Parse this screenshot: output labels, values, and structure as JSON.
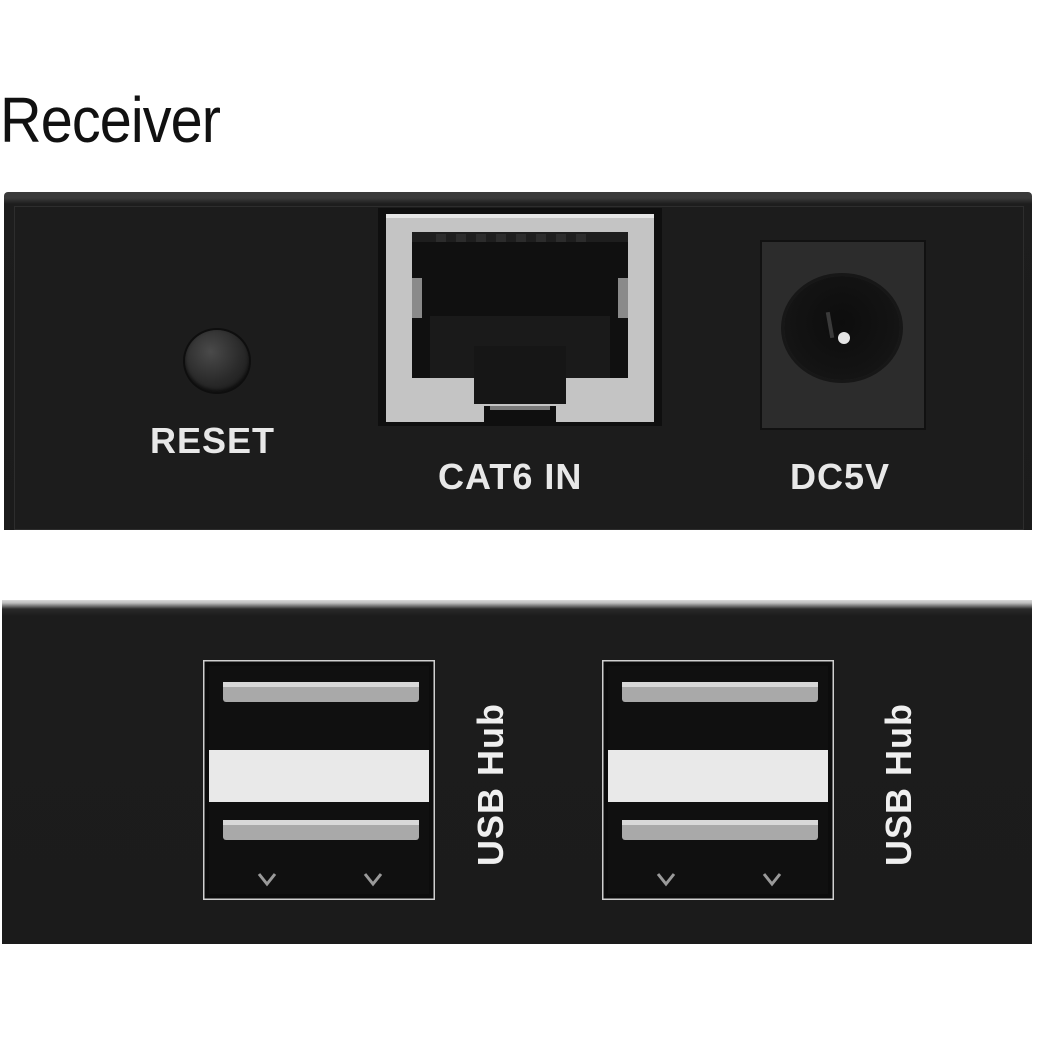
{
  "page": {
    "title": "Receiver"
  },
  "top_panel": {
    "reset_label": "RESET",
    "cat6_label": "CAT6 IN",
    "dc_label": "DC5V"
  },
  "bottom_panel": {
    "usb_ports": [
      {
        "label": "USB Hub"
      },
      {
        "label": "USB Hub"
      }
    ]
  },
  "colors": {
    "panel": "#1b1b1b",
    "label": "#e8e8e8",
    "metal": "#c8c8c8",
    "title": "#111111"
  }
}
